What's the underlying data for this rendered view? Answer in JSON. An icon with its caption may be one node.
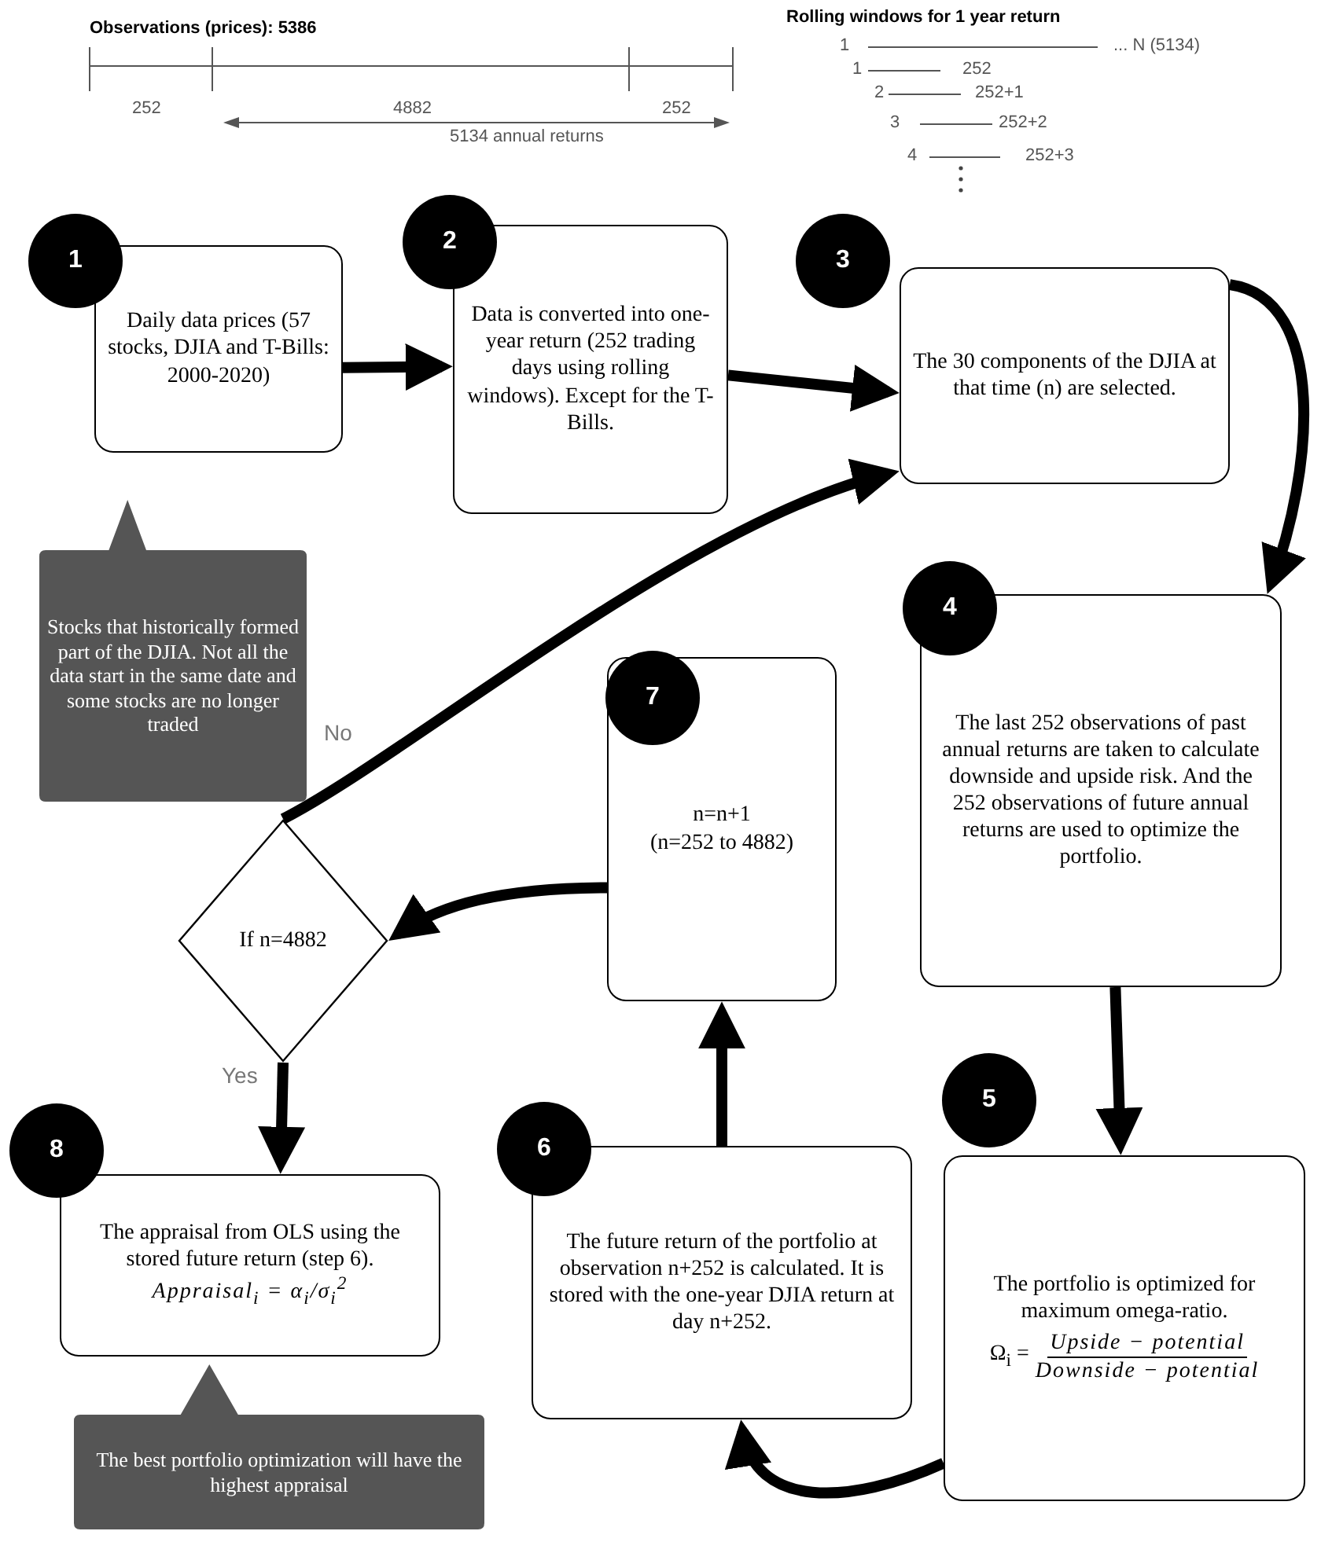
{
  "diagram": {
    "nodes": [
      {
        "text": [
          "1"
        ]
      },
      {
        "text": [
          "Daily data prices (57 stocks, DJIA and T-Bills: 2000-2020)"
        ]
      },
      {
        "text": [
          "2"
        ]
      },
      {
        "text": [
          "Data is converted into one-year return (252 trading days using rolling windows). Except for the T-Bills."
        ]
      },
      {
        "text": [
          "3"
        ]
      },
      {
        "text": [
          "The 30 components of the DJIA at that time (n) are selected."
        ]
      },
      {
        "text": [
          "Stocks that historically formed part of the DJIA. Not all the data start in the same date and some stocks are no longer traded"
        ]
      },
      {
        "text": [
          "4"
        ]
      },
      {
        "text": [
          "The last 252 observations of past annual returns are taken to calculate downside and upside risk. And the 252 observations of future annual returns are used to optimize the portfolio."
        ]
      },
      {
        "text": [
          "7"
        ]
      },
      {
        "text": [
          "n=n+1",
          "(n=252 to 4882)"
        ]
      },
      {
        "text": [
          "If n=4882"
        ]
      },
      {
        "text": [
          "5"
        ]
      },
      {
        "text": [
          "8"
        ]
      },
      {
        "text": [
          "The appraisal from OLS using the stored future return (step 6).",
          "Appraisal$_{i}$ = α$_{i}$/σ$_{i}$$^{2}$"
        ]
      },
      {
        "text": [
          "6"
        ]
      },
      {
        "text": [
          "The future return of the portfolio at observation n+252 is calculated. It is stored with the one-year DJIA return at day n+252."
        ]
      },
      {
        "text": [
          "The portfolio is optimized for maximum omega-ratio.",
          "Ω$_{i}$ =",
          "Upside − potential",
          "Downside − potential"
        ]
      },
      {
        "text": [
          "The best portfolio optimization will have the highest appraisal"
        ]
      }
    ],
    "edges": [
      {
        "from": 1,
        "to": 3,
        "arrow": "to"
      },
      {
        "from": 3,
        "to": 5,
        "arrow": "to"
      },
      {
        "from": 5,
        "to": 8,
        "arrow": "to"
      },
      {
        "from": 8,
        "to": 17,
        "arrow": "to"
      },
      {
        "from": 17,
        "to": 16,
        "arrow": "to"
      },
      {
        "from": 16,
        "to": 10,
        "arrow": "to"
      },
      {
        "from": 10,
        "to": 11,
        "arrow": "to"
      },
      {
        "from": 11,
        "to": 5,
        "arrow": "to",
        "label": "No"
      },
      {
        "from": 11,
        "to": 14,
        "arrow": "to",
        "label": "Yes"
      }
    ],
    "labels": [
      "Observations (prices): 5386",
      "252",
      "4882",
      "252",
      "5134 annual returns",
      "Rolling windows for 1 year return",
      "1",
      "... N (5134)",
      "1",
      "252",
      "2",
      "252+1",
      "3",
      "252+2",
      "4",
      "252+3"
    ]
  }
}
